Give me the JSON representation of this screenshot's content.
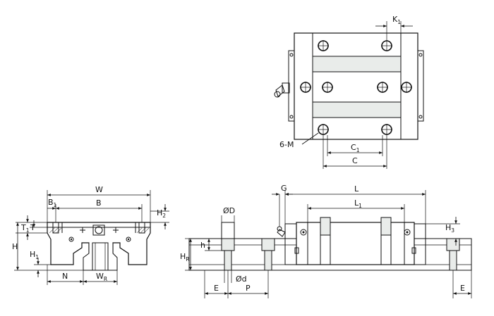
{
  "labels": {
    "K1": {
      "main": "K",
      "sub": "1"
    },
    "C1": {
      "main": "C",
      "sub": "1"
    },
    "C": {
      "main": "C"
    },
    "M": {
      "main": "6-M"
    },
    "W": {
      "main": "W"
    },
    "B1": {
      "main": "B",
      "sub": "1"
    },
    "B": {
      "main": "B"
    },
    "T1": {
      "main": "T",
      "sub": "1"
    },
    "T": {
      "main": "T"
    },
    "H": {
      "main": "H"
    },
    "H1": {
      "main": "H",
      "sub": "1"
    },
    "H2": {
      "main": "H",
      "sub": "2"
    },
    "N": {
      "main": "N"
    },
    "WR": {
      "main": "W",
      "sub": "R"
    },
    "OD": {
      "main": "ØD"
    },
    "h": {
      "main": "h"
    },
    "HR": {
      "main": "H",
      "sub": "R"
    },
    "Od": {
      "main": "Ød"
    },
    "E1": {
      "main": "E"
    },
    "P": {
      "main": "P"
    },
    "G": {
      "main": "G"
    },
    "L": {
      "main": "L"
    },
    "L1": {
      "main": "L",
      "sub": "1"
    },
    "H3": {
      "main": "H",
      "sub": "3"
    },
    "E2": {
      "main": "E"
    }
  }
}
